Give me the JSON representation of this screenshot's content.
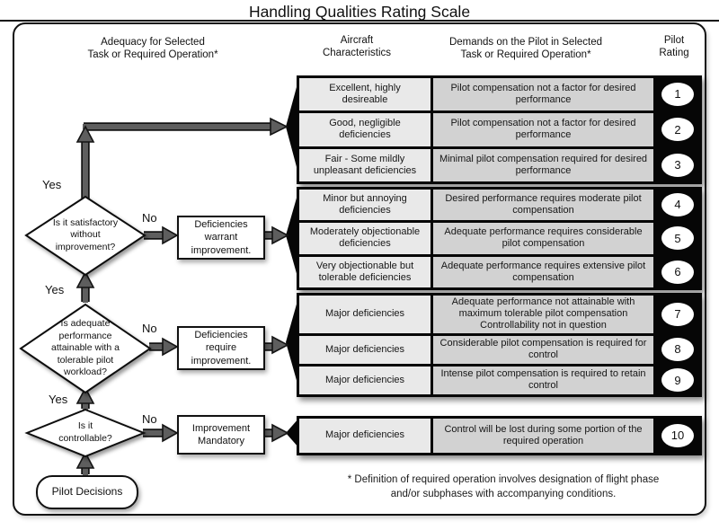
{
  "title": "Handling Qualities Rating Scale",
  "headers": {
    "adequacy": "Adequacy for Selected\nTask or Required  Operation*",
    "aircraft": "Aircraft\nCharacteristics",
    "demands": "Demands on the Pilot in Selected\nTask or Required Operation*",
    "rating": "Pilot\nRating"
  },
  "flow": {
    "start": "Pilot Decisions",
    "decisions": [
      {
        "question": "Is it satisfactory\nwithout\nimprovement?",
        "yes_label": "Yes",
        "no_label": "No",
        "action": "Deficiencies\nwarrant\nimprovement."
      },
      {
        "question": "Is adequate\nperformance\nattainable with a\ntolerable pilot\nworkload?",
        "yes_label": "Yes",
        "no_label": "No",
        "action": "Deficiencies\nrequire\nimprovement."
      },
      {
        "question": "Is it\ncontrollable?",
        "yes_label": "Yes",
        "no_label": "No",
        "action": "Improvement\nMandatory"
      }
    ]
  },
  "groups": [
    {
      "rows": [
        {
          "char": "Excellent, highly\ndesireable",
          "demands": "Pilot compensation not a factor for desired\nperformance",
          "rating": "1"
        },
        {
          "char": "Good, negligible\ndeficiencies",
          "demands": "Pilot compensation not a factor for desired\nperformance",
          "rating": "2"
        },
        {
          "char": "Fair - Some mildly\nunpleasant deficiencies",
          "demands": "Minimal pilot compensation required for desired\nperformance",
          "rating": "3"
        }
      ]
    },
    {
      "rows": [
        {
          "char": "Minor but annoying\ndeficiencies",
          "demands": "Desired performance requires moderate pilot\ncompensation",
          "rating": "4"
        },
        {
          "char": "Moderately objectionable\ndeficiencies",
          "demands": "Adequate performance requires considerable\npilot compensation",
          "rating": "5"
        },
        {
          "char": "Very objectionable but\ntolerable deficiencies",
          "demands": "Adequate performance requires extensive pilot\ncompensation",
          "rating": "6"
        }
      ]
    },
    {
      "rows": [
        {
          "char": "Major deficiencies",
          "demands": "Adequate performance not attainable with\nmaximum tolerable pilot compensation\nControllability not in question",
          "rating": "7"
        },
        {
          "char": "Major deficiencies",
          "demands": "Considerable pilot compensation is required for\ncontrol",
          "rating": "8"
        },
        {
          "char": "Major deficiencies",
          "demands": "Intense pilot compensation is required to retain\ncontrol",
          "rating": "9"
        }
      ]
    },
    {
      "rows": [
        {
          "char": "Major deficiencies",
          "demands": "Control will be lost during some portion of the\nrequired operation",
          "rating": "10"
        }
      ]
    }
  ],
  "footnote": "* Definition of required operation involves designation of flight phase\nand/or subphases with accompanying conditions.",
  "colors": {
    "band": "#060606",
    "characteristics_cell": "#e9e9e9",
    "demands_cell": "#d2d2d2",
    "arrow": "#5e5e5e",
    "outline": "#111111"
  }
}
